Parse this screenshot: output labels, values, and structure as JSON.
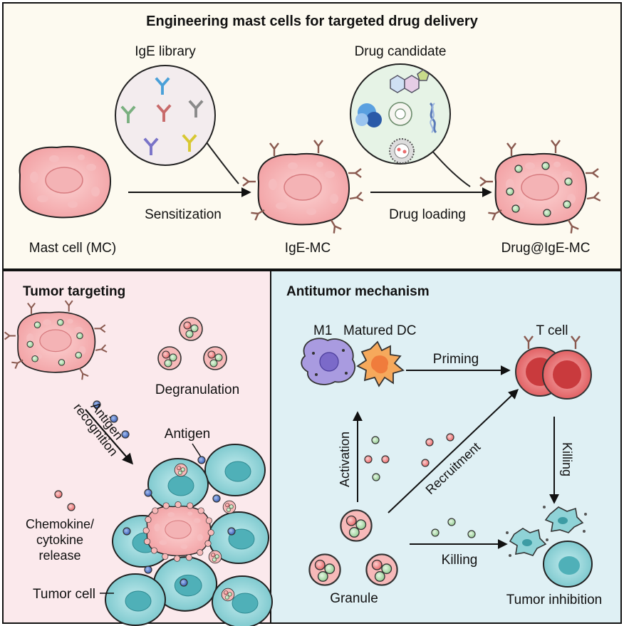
{
  "top_panel": {
    "title": "Engineering mast cells for targeted drug delivery",
    "ige_library_label": "IgE library",
    "drug_candidate_label": "Drug candidate",
    "sensitization_label": "Sensitization",
    "drug_loading_label": "Drug loading",
    "mast_cell_label": "Mast cell (MC)",
    "ige_mc_label": "IgE-MC",
    "drug_ige_mc_label": "Drug@IgE-MC"
  },
  "left_panel": {
    "title": "Tumor targeting",
    "degranulation_label": "Degranulation",
    "antigen_recognition_line1": "Antigen",
    "antigen_recognition_line2": "recognition",
    "antigen_label": "Antigen",
    "chemokine_line1": "Chemokine/",
    "chemokine_line2": "cytokine",
    "chemokine_line3": "release",
    "tumor_cell_label": "Tumor cell"
  },
  "right_panel": {
    "title": "Antitumor mechanism",
    "m1_label": "M1",
    "matured_dc_label": "Matured DC",
    "t_cell_label": "T cell",
    "priming_label": "Priming",
    "activation_label": "Activation",
    "recruitment_label": "Recruitment",
    "killing_vertical_label": "Killing",
    "killing_horizontal_label": "Killing",
    "granule_label": "Granule",
    "tumor_inhibition_label": "Tumor inhibition"
  },
  "colors": {
    "top_bg": "#fdfaf0",
    "left_bg": "#fbe9ec",
    "right_bg": "#dff0f4",
    "mast_cell": "#f4a9aa",
    "tumor_cell": "#8fd3d7",
    "granule_green": "#b9dfb8",
    "granule_red": "#f5908f",
    "antigen_blue": "#4a6fc4",
    "t_cell": "#e85a5c",
    "m1_purple": "#a99be0",
    "dc_orange": "#f6a95c"
  }
}
